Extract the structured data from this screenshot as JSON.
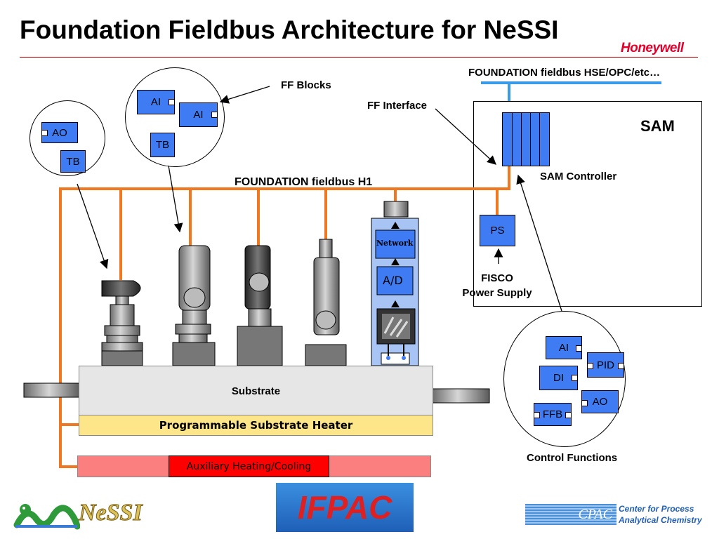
{
  "title": "Foundation Fieldbus Architecture for NeSSI",
  "brand": "Honeywell",
  "labels": {
    "ff_blocks": "FF Blocks",
    "ff_interface": "FF Interface",
    "hse": "FOUNDATION fieldbus HSE/OPC/etc…",
    "h1": "FOUNDATION fieldbus H1",
    "sam": "SAM",
    "sam_controller": "SAM Controller",
    "fisco_line1": "FISCO",
    "fisco_line2": "Power Supply",
    "control_functions": "Control Functions",
    "substrate": "Substrate",
    "heater": "Programmable Substrate Heater",
    "aux": "Auxiliary Heating/Cooling",
    "network": "Network",
    "ad": "A/D"
  },
  "blocks": {
    "left_circle": [
      "AO",
      "TB"
    ],
    "top_circle": [
      "AI",
      "AI",
      "TB"
    ],
    "sam": [
      "PS"
    ],
    "control": [
      "AI",
      "PID",
      "DI",
      "AO",
      "FFB"
    ]
  },
  "logos": {
    "ifpac": "IFPAC",
    "nessi": "NeSSI",
    "cpac": "CPAC",
    "cpac_line1": "Center for Process",
    "cpac_line2": "Analytical Chemistry"
  },
  "colors": {
    "bus": "#f07820",
    "hse": "#3a9ae8",
    "block": "#3f7cf4",
    "title_rule": "#c00000"
  }
}
